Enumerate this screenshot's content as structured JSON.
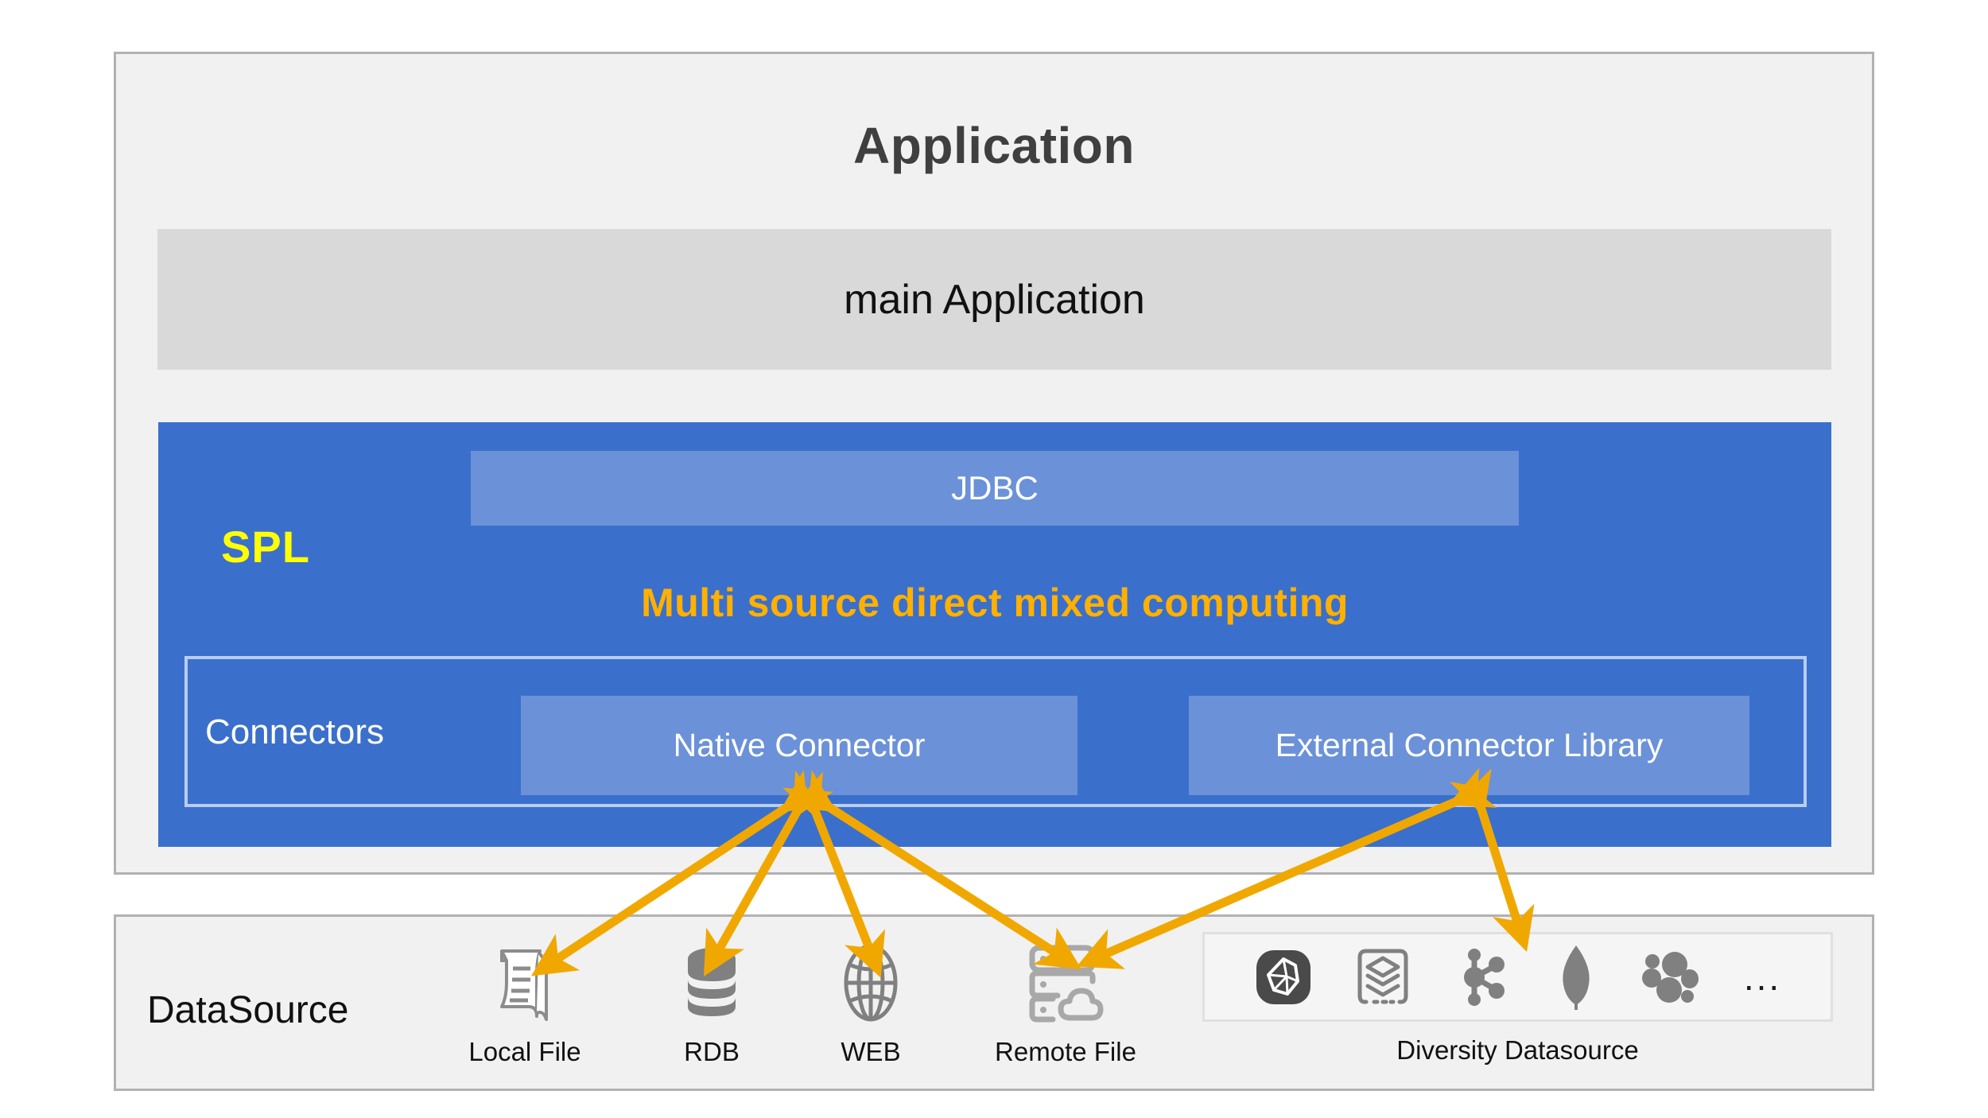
{
  "application": {
    "title": "Application",
    "main_box_label": "main Application"
  },
  "spl": {
    "label": "SPL",
    "jdbc_label": "JDBC",
    "tagline": "Multi source direct mixed computing",
    "connectors_label": "Connectors",
    "native_connector_label": "Native Connector",
    "external_connector_label": "External Connector Library"
  },
  "datasource": {
    "label": "DataSource",
    "items": [
      {
        "name": "Local File",
        "icon": "scroll-document-icon"
      },
      {
        "name": "RDB",
        "icon": "database-cylinder-icon"
      },
      {
        "name": "WEB",
        "icon": "globe-icon"
      },
      {
        "name": "Remote File",
        "icon": "server-cloud-icon"
      }
    ],
    "diversity": {
      "caption": "Diversity Datasource",
      "icons": [
        {
          "icon": "polyhedron-badge-icon"
        },
        {
          "icon": "stacked-layers-icon"
        },
        {
          "icon": "node-graph-icon"
        },
        {
          "icon": "leaf-icon"
        },
        {
          "icon": "cluster-blobs-icon"
        },
        {
          "icon": "ellipsis-icon",
          "label": "..."
        }
      ]
    }
  },
  "colors": {
    "panel_fill": "#f1f1f1",
    "panel_border": "#b2b2b2",
    "main_app_fill": "#d9d9d9",
    "spl_blue": "#3b6fcc",
    "sub_blue": "#6b91d8",
    "spl_yellow": "#ffff00",
    "tagline_orange": "#ffb000",
    "arrow_gold": "#f0a800",
    "icon_gray": "#808080"
  }
}
